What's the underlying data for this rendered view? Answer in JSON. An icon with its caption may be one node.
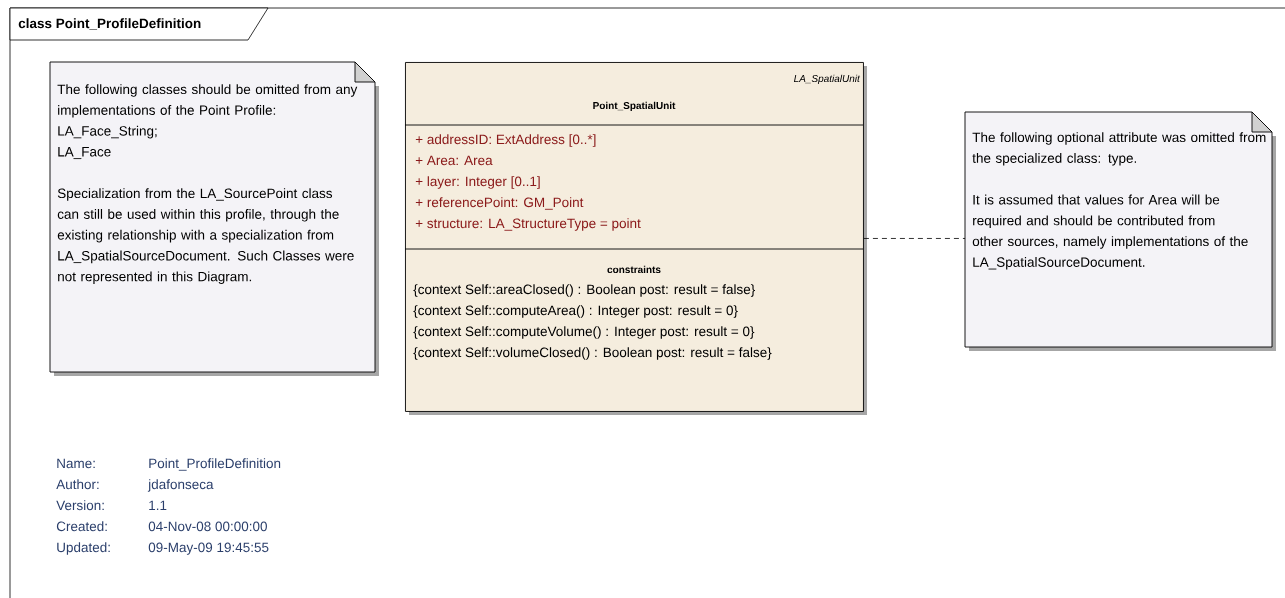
{
  "diagram": {
    "title": "class Point_ProfileDefinition",
    "nodes": [
      {
        "text": [
          "The following classes should be omitted from any implementations of the  Point Profile:",
          "LA_Face_String;",
          "LA_Face",
          "Specialization from the LA_SourcePoint class can still be used within this profile, through the existing relationship with a specialization from LA_SpatialSourceDocument. Such Classes were not represented in this Diagram."
        ]
      },
      {
        "text": [
          "LA_SpatialUnit",
          "Point_SpatialUnit",
          "+ addressID:  ExtAddress [0..*]",
          "+ Area:  Area",
          "+ layer:  Integer [0..1]",
          "+ referencePoint:  GM_Point",
          "+ structure:  LA_StructureType = point",
          "constraints",
          "{context Self::areaClosed() : Boolean post: result = false}",
          "{context Self::computeArea() : Integer post: result = 0}",
          "{context Self::computeVolume() : Integer post: result = 0}",
          "{context Self::volumeClosed() : Boolean post: result = false}"
        ]
      },
      {
        "text": [
          "The following optional attribute was omitted from the specialized class: type.",
          "It is assumed that values for Area will be required and should be contributed from other sources, namely implementations of the LA_SpatialSourceDocument."
        ]
      }
    ],
    "edges": [
      {
        "from": 1,
        "to": 2,
        "arrow": "none",
        "style": "dashed"
      }
    ],
    "labels": [
      "Name:",
      "Point_ProfileDefinition",
      "Author:",
      "jdafonseca",
      "Version:",
      "1.1",
      "Created:",
      "04-Nov-08 00:00:00",
      "Updated:",
      "09-May-09 19:45:55"
    ]
  }
}
